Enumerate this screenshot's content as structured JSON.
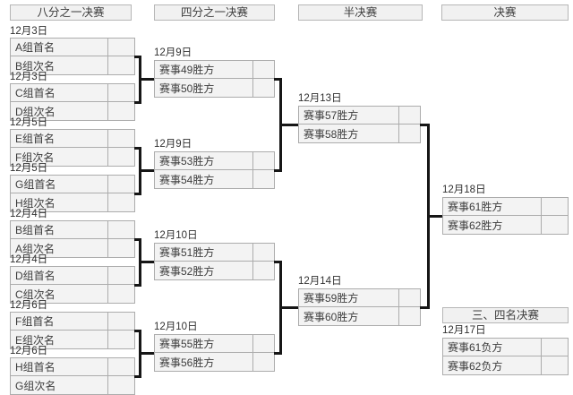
{
  "round_labels": [
    "八分之一决赛",
    "四分之一决赛",
    "半决赛",
    "决赛"
  ],
  "round_of_16": [
    {
      "date": "12月3日",
      "home": "A组首名",
      "away": "B组次名"
    },
    {
      "date": "12月3日",
      "home": "C组首名",
      "away": "D组次名"
    },
    {
      "date": "12月5日",
      "home": "E组首名",
      "away": "F组次名"
    },
    {
      "date": "12月5日",
      "home": "G组首名",
      "away": "H组次名"
    },
    {
      "date": "12月4日",
      "home": "B组首名",
      "away": "A组次名"
    },
    {
      "date": "12月4日",
      "home": "D组首名",
      "away": "C组次名"
    },
    {
      "date": "12月6日",
      "home": "F组首名",
      "away": "E组次名"
    },
    {
      "date": "12月6日",
      "home": "H组首名",
      "away": "G组次名"
    }
  ],
  "quarterfinals": [
    {
      "date": "12月9日",
      "home": "赛事49胜方",
      "away": "赛事50胜方"
    },
    {
      "date": "12月9日",
      "home": "赛事53胜方",
      "away": "赛事54胜方"
    },
    {
      "date": "12月10日",
      "home": "赛事51胜方",
      "away": "赛事52胜方"
    },
    {
      "date": "12月10日",
      "home": "赛事55胜方",
      "away": "赛事56胜方"
    }
  ],
  "semifinals": [
    {
      "date": "12月13日",
      "home": "赛事57胜方",
      "away": "赛事58胜方"
    },
    {
      "date": "12月14日",
      "home": "赛事59胜方",
      "away": "赛事60胜方"
    }
  ],
  "final": {
    "date": "12月18日",
    "home": "赛事61胜方",
    "away": "赛事62胜方"
  },
  "third_place": {
    "title": "三、四名决赛",
    "date": "12月17日",
    "home": "赛事61负方",
    "away": "赛事62负方"
  },
  "colors": {
    "background": "#ffffff",
    "box_fill": "#f3f3f3",
    "box_border": "#acacac",
    "header_fill": "#f1f1f1",
    "header_border": "#b6b6b6",
    "connector": "#161616",
    "text": "#3d3d3d"
  }
}
